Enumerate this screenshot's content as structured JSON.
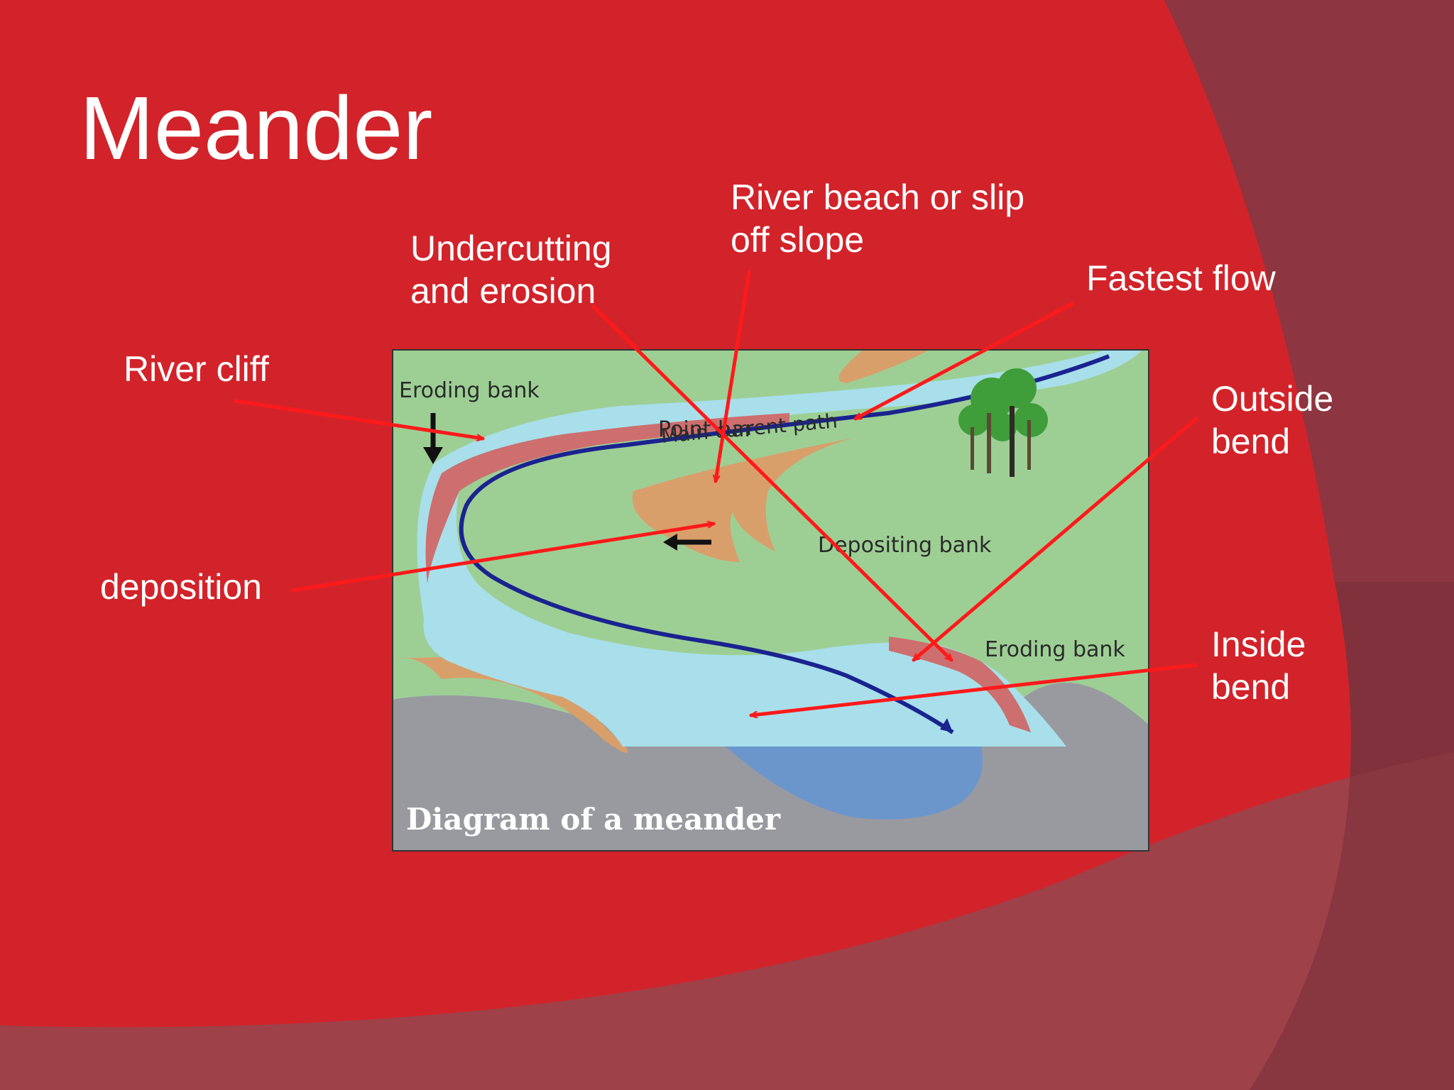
{
  "slide": {
    "title": "Meander",
    "colors": {
      "background": "#d2232a",
      "shade_dark": "#8d3540",
      "shade_mid": "#9e4149",
      "arrow": "#ff1a1a"
    }
  },
  "callouts": {
    "undercutting": [
      "Undercutting",
      "and erosion"
    ],
    "river_beach": [
      "River beach or slip",
      "off slope"
    ],
    "fastest_flow": "Fastest flow",
    "river_cliff": "River cliff",
    "outside_bend": [
      "Outside",
      "bend"
    ],
    "deposition": "deposition",
    "inside_bend": [
      "Inside",
      "bend"
    ]
  },
  "diagram": {
    "eroding_bank_top": "Eroding bank",
    "main_current_path": "Main current path",
    "point_bar": "Point bar",
    "depositing_bank": "Depositing bank",
    "eroding_bank_bottom": "Eroding bank",
    "caption": "Diagram of a meander",
    "colors": {
      "grass": "#9dcf95",
      "water": "#a8dfea",
      "sand": "#d99f6a",
      "bank": "#cd6f6f",
      "rock": "#999aa0",
      "lake": "#6a96cc",
      "current": "#1a238f"
    }
  }
}
